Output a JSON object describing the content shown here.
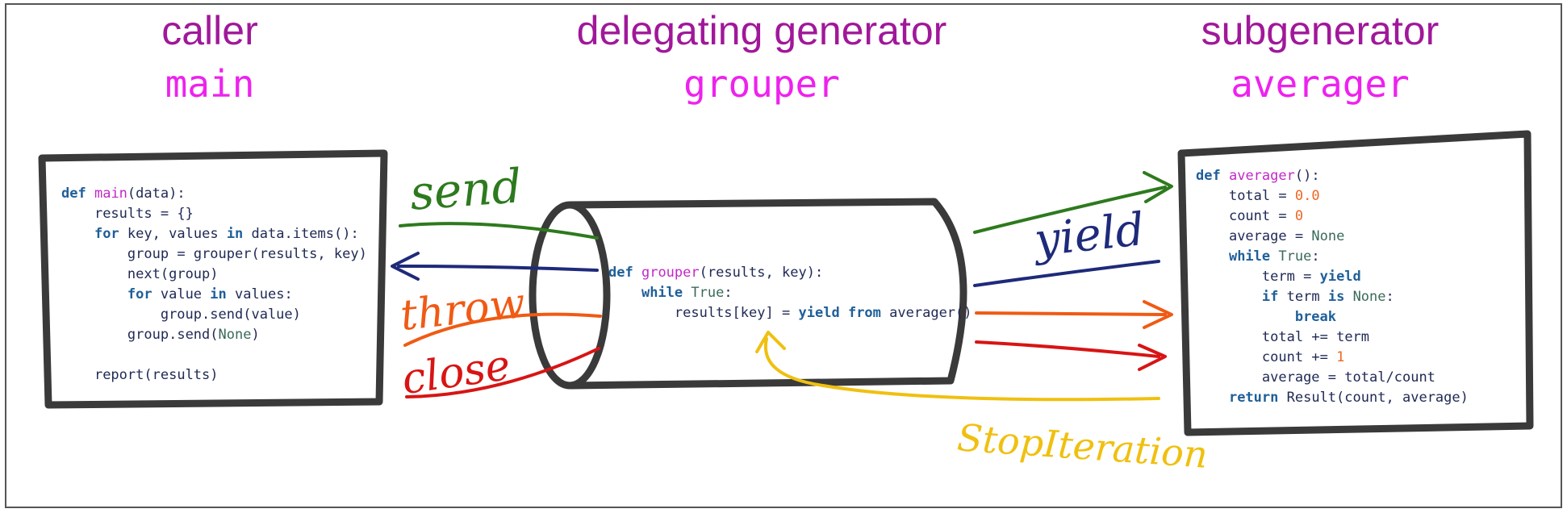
{
  "columns": {
    "caller": {
      "heading": "caller",
      "name": "main"
    },
    "delegating": {
      "heading": "delegating generator",
      "name": "grouper"
    },
    "subgenerator": {
      "heading": "subgenerator",
      "name": "averager"
    }
  },
  "code": {
    "main": [
      "def main(data):",
      "    results = {}",
      "    for key, values in data.items():",
      "        group = grouper(results, key)",
      "        next(group)",
      "        for value in values:",
      "            group.send(value)",
      "        group.send(None)",
      "",
      "    report(results)"
    ],
    "grouper": [
      "def grouper(results, key):",
      "    while True:",
      "        results[key] = yield from averager()"
    ],
    "averager": [
      "def averager():",
      "    total = 0.0",
      "    count = 0",
      "    average = None",
      "    while True:",
      "        term = yield",
      "        if term is None:",
      "            break",
      "        total += term",
      "        count += 1",
      "        average = total/count",
      "    return Result(count, average)"
    ]
  },
  "arrows": {
    "send": {
      "label": "send",
      "color": "#2d7a1e"
    },
    "yield": {
      "label": "yield",
      "color": "#1e2a7a"
    },
    "throw": {
      "label": "throw",
      "color": "#f05a14"
    },
    "close": {
      "label": "close",
      "color": "#d81414"
    },
    "stop_iteration": {
      "label": "StopIteration",
      "color": "#f0c010"
    }
  },
  "colors": {
    "heading": "#a0189a",
    "function_name": "#ee22ee",
    "box_border": "#3a3a3a",
    "keyword": "#1f5f99",
    "number": "#ee6622"
  }
}
